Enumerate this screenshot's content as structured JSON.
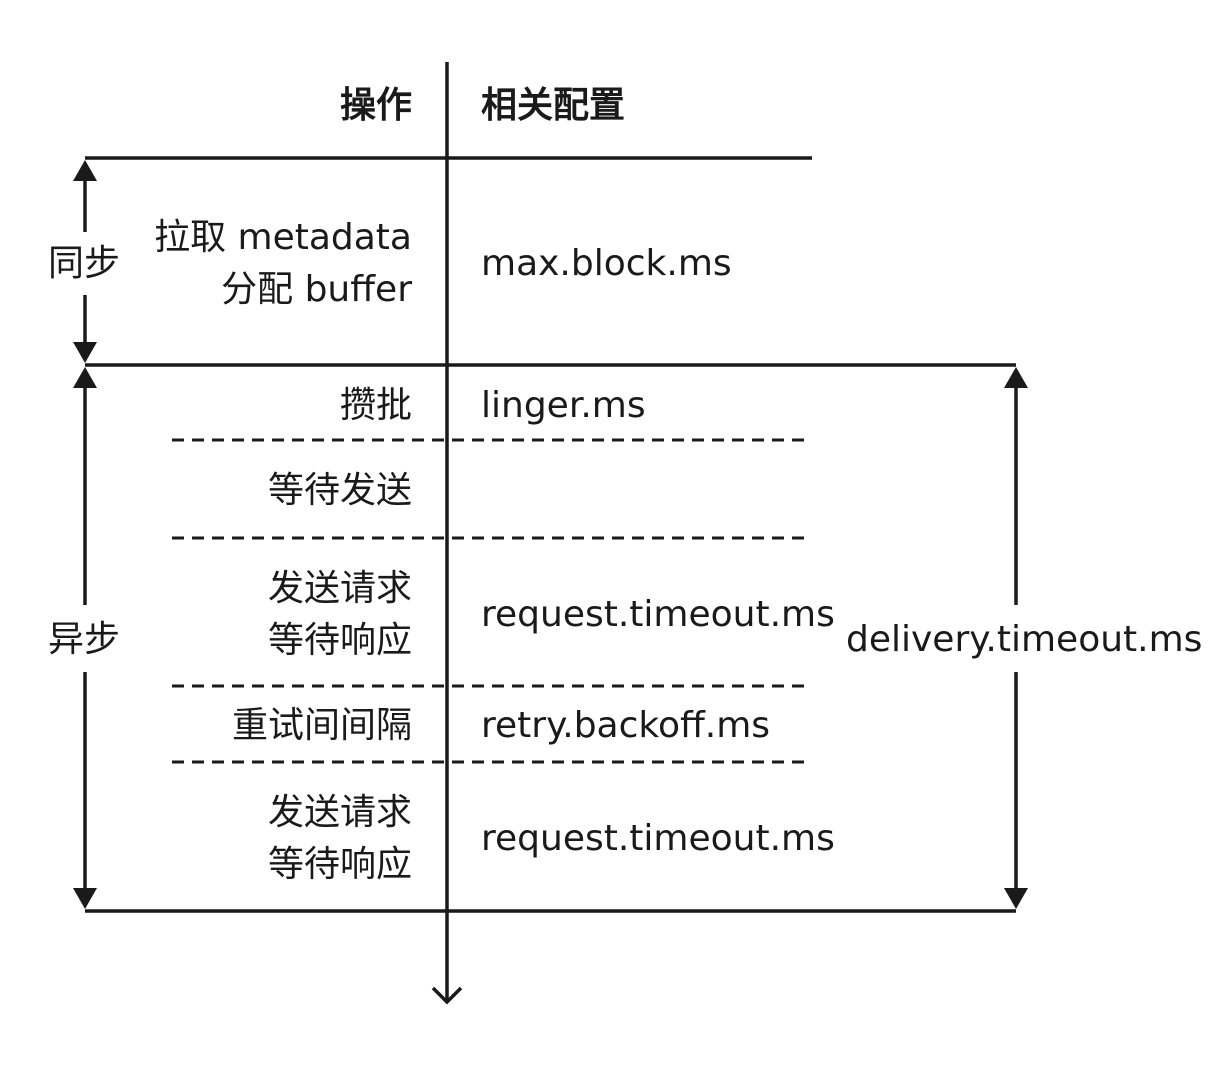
{
  "header": {
    "operation": "操作",
    "config": "相关配置"
  },
  "phases": {
    "sync": "同步",
    "async": "异步"
  },
  "rows": [
    {
      "ops": [
        "拉取 metadata",
        "分配 buffer"
      ],
      "config": "max.block.ms"
    },
    {
      "ops": [
        "攒批"
      ],
      "config": "linger.ms"
    },
    {
      "ops": [
        "等待发送"
      ],
      "config": ""
    },
    {
      "ops": [
        "发送请求",
        "等待响应"
      ],
      "config": "request.timeout.ms"
    },
    {
      "ops": [
        "重试间间隔"
      ],
      "config": "retry.backoff.ms"
    },
    {
      "ops": [
        "发送请求",
        "等待响应"
      ],
      "config": "request.timeout.ms"
    }
  ],
  "overall": {
    "config": "delivery.timeout.ms"
  },
  "colors": {
    "line": "#1a1a1a",
    "text": "#1a1a1a",
    "background": "#ffffff"
  }
}
